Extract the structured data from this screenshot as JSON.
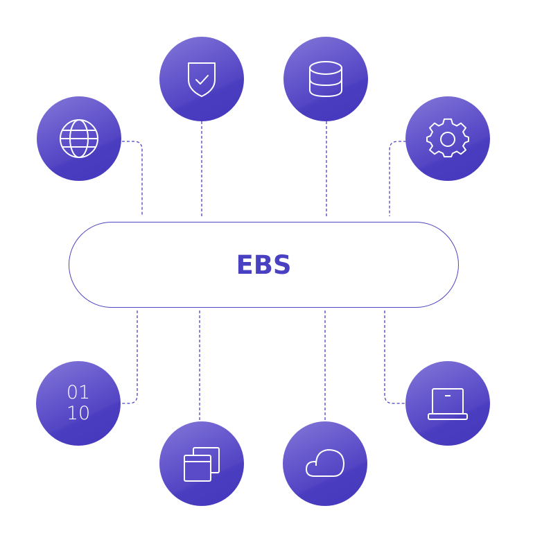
{
  "diagram": {
    "center": {
      "label": "EBS",
      "color": "#4a40c2",
      "border_color": "#4c44c0"
    },
    "node_color": "#5a4cc8",
    "connector_style": "dashed",
    "nodes": [
      {
        "id": "globe",
        "icon": "globe-icon",
        "position": "top-left"
      },
      {
        "id": "security",
        "icon": "shield-check-icon",
        "position": "top"
      },
      {
        "id": "database",
        "icon": "database-icon",
        "position": "top"
      },
      {
        "id": "settings",
        "icon": "gear-icon",
        "position": "top-right"
      },
      {
        "id": "binary",
        "icon": "binary-icon",
        "position": "bottom-left",
        "text_line1": "01",
        "text_line2": "10"
      },
      {
        "id": "windows",
        "icon": "windows-icon",
        "position": "bottom"
      },
      {
        "id": "cloud",
        "icon": "cloud-icon",
        "position": "bottom"
      },
      {
        "id": "laptop",
        "icon": "laptop-icon",
        "position": "bottom-right"
      }
    ]
  }
}
